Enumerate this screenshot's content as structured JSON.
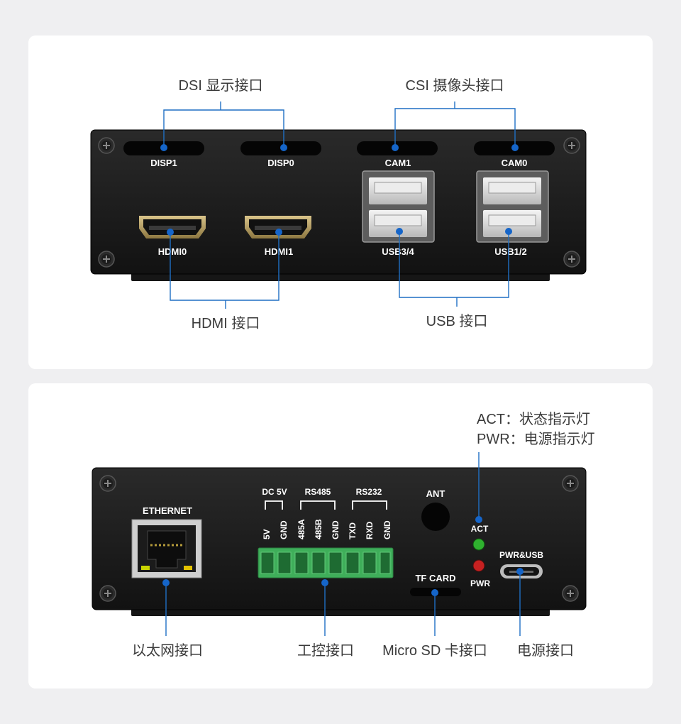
{
  "top_panel": {
    "callouts": {
      "dsi": "DSI 显示接口",
      "csi": "CSI 摄像头接口",
      "hdmi": "HDMI 接口",
      "usb": "USB 接口"
    },
    "port_labels": {
      "disp1": "DISP1",
      "disp0": "DISP0",
      "cam1": "CAM1",
      "cam0": "CAM0",
      "hdmi0": "HDMI0",
      "hdmi1": "HDMI1",
      "usb34": "USB3/4",
      "usb12": "USB1/2"
    }
  },
  "bottom_panel": {
    "callouts": {
      "indicator_line1": "ACT：状态指示灯",
      "indicator_line2": "PWR：电源指示灯",
      "ethernet": "以太网接口",
      "industrial": "工控接口",
      "microsd": "Micro SD 卡接口",
      "power": "电源接口"
    },
    "port_labels": {
      "ethernet": "ETHERNET",
      "dc5v": "DC 5V",
      "rs485": "RS485",
      "rs232": "RS232",
      "ant": "ANT",
      "act": "ACT",
      "pwr": "PWR",
      "pwr_usb": "PWR&USB",
      "tf_card": "TF CARD"
    },
    "terminal_pins": [
      "5V",
      "GND",
      "485A",
      "485B",
      "GND",
      "TXD",
      "RXD",
      "GND"
    ]
  },
  "colors": {
    "accent": "#1565c9",
    "enclosure": "#1a1a1a",
    "terminal_block": "#3fae5a",
    "act_led": "#2fb12f",
    "pwr_led": "#c62121"
  }
}
